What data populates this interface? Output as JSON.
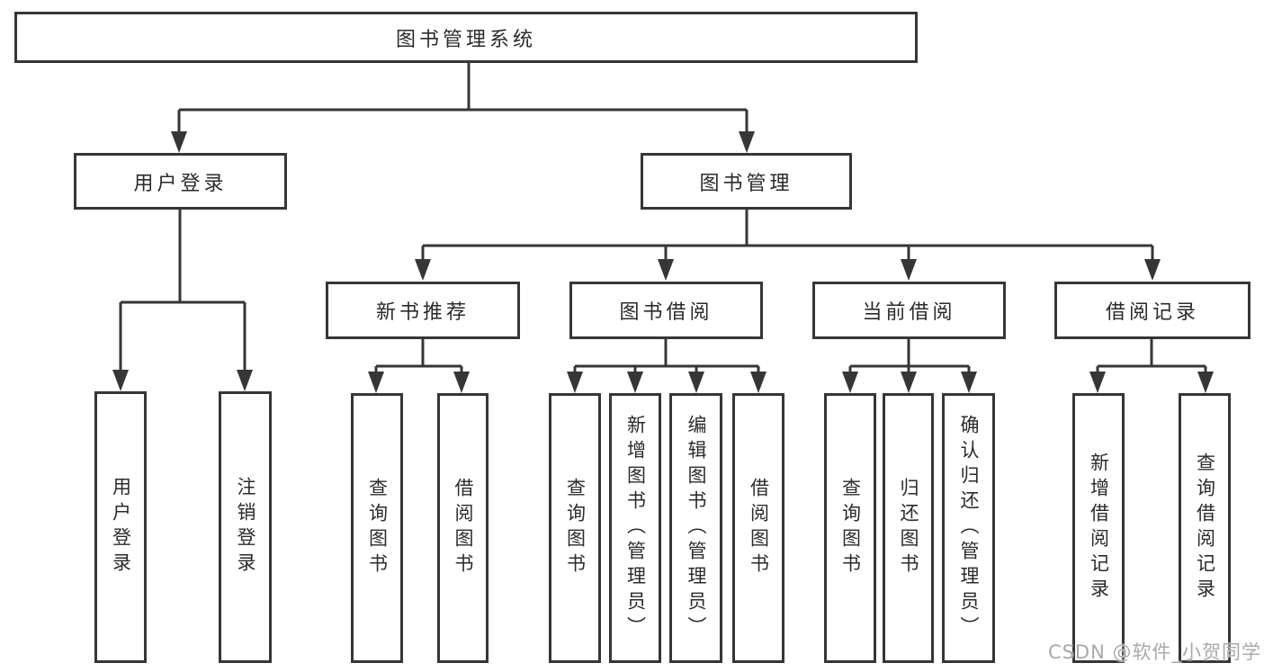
{
  "diagram_title": "图书管理系统",
  "colors": {
    "line": "#363636",
    "box_border": "#363636",
    "text": "#2b2b2b",
    "watermark": "#a9a9a9",
    "background": "#ffffff"
  },
  "tree": {
    "root": {
      "label": "图书管理系统"
    },
    "branches": [
      {
        "label": "用户登录",
        "children": [
          {
            "label": "用户登录"
          },
          {
            "label": "注销登录"
          }
        ]
      },
      {
        "label": "图书管理",
        "children": [
          {
            "label": "新书推荐",
            "children": [
              {
                "label": "查询图书"
              },
              {
                "label": "借阅图书"
              }
            ]
          },
          {
            "label": "图书借阅",
            "children": [
              {
                "label": "查询图书"
              },
              {
                "label": "新增图书（管理员）"
              },
              {
                "label": "编辑图书（管理员）"
              },
              {
                "label": "借阅图书"
              }
            ]
          },
          {
            "label": "当前借阅",
            "children": [
              {
                "label": "查询图书"
              },
              {
                "label": "归还图书"
              },
              {
                "label": "确认归还（管理员）"
              }
            ]
          },
          {
            "label": "借阅记录",
            "children": [
              {
                "label": "新增借阅记录"
              },
              {
                "label": "查询借阅记录"
              }
            ]
          }
        ]
      }
    ]
  },
  "watermark": {
    "text": "CSDN @软件_小贺同学"
  }
}
